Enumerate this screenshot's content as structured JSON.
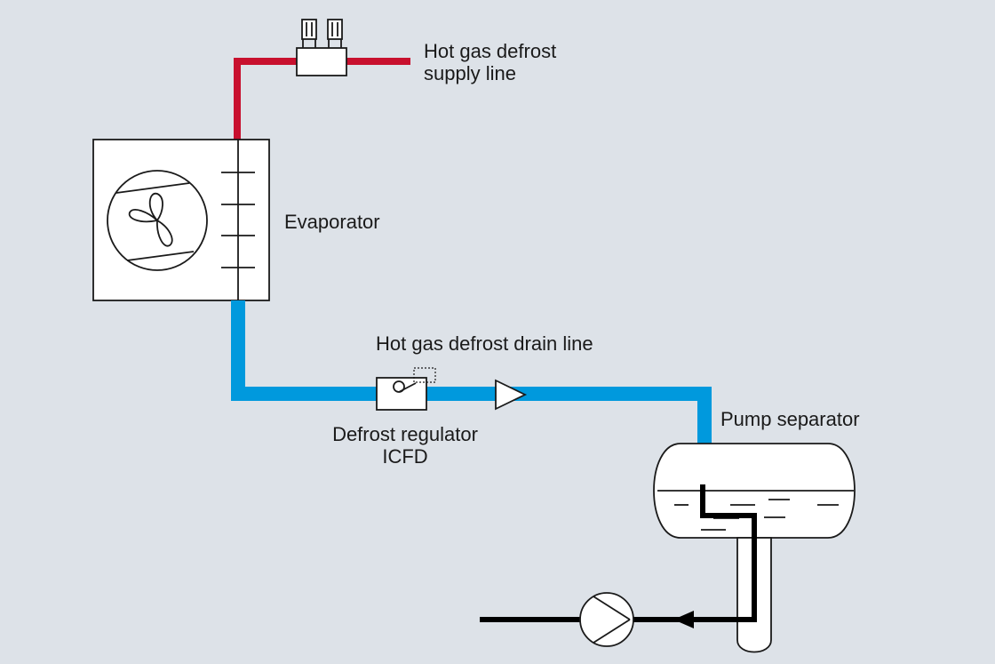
{
  "labels": {
    "supply_line": [
      "Hot gas defrost",
      "supply line"
    ],
    "evaporator": "Evaporator",
    "drain_line": "Hot gas defrost drain line",
    "regulator": [
      "Defrost regulator",
      "ICFD"
    ],
    "separator": "Pump separator"
  },
  "colors": {
    "hot_gas_line": "#c8102e",
    "drain_line": "#0099dd",
    "liquid_line": "#000000",
    "outline": "#1a1a1a",
    "component_fill": "#ffffff",
    "background": "#dde2e8"
  },
  "icons": {
    "solenoid_valve": "solenoid-valve-icon",
    "fan": "fan-icon",
    "defrost_regulator": "defrost-regulator-icon",
    "check_valve": "check-valve-icon",
    "pump": "pump-icon",
    "flow_arrow": "flow-arrow-icon"
  }
}
